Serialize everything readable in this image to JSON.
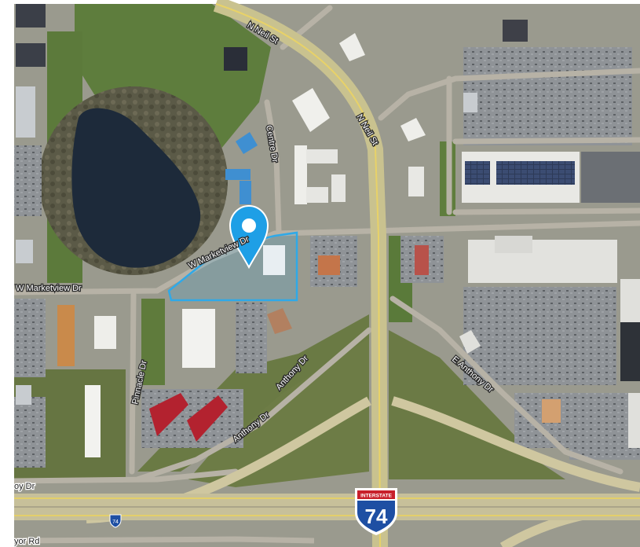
{
  "map": {
    "type": "aerial-satellite",
    "highlight_color": "#2fa9e8",
    "marker": {
      "icon": "map-pin-icon",
      "color": "#1e9fe6"
    }
  },
  "roads": {
    "n_neil_st_upper": "N Neil St",
    "centre_dr": "Centre Dr",
    "n_neil_st_lower": "N Neil St",
    "w_marketview_dr_left": "W Marketview Dr",
    "w_marketview_dr_parcel": "W Marketview Dr",
    "pinnacle_dr": "Pinnacle Dr",
    "anthony_dr_upper": "Anthony Dr",
    "anthony_dr_lower": "Anthony Dr",
    "e_anthony_dr": "E Anthony Dr",
    "olympian_dr_left": "oy Dr",
    "bottom_left": "yor Rd"
  },
  "highway": {
    "shield_top": "INTERSTATE",
    "shield_number": "74",
    "small_shield": "74",
    "shield_blue": "#1e4fa3",
    "shield_red": "#c8202b"
  }
}
